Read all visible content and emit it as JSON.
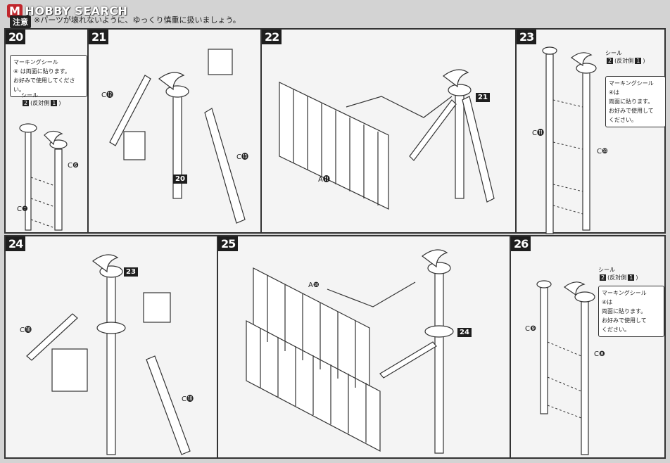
{
  "header": {
    "logo_badge": "M",
    "logo_text": "HOBBY SEARCH",
    "caution_label": "注意",
    "caution_note": "※パーツが壊れないように、ゆっくり慎重に扱いましょう。"
  },
  "steps": [
    {
      "number": "20",
      "labels": {
        "c6": "C❻",
        "c7": "C❼"
      },
      "callout1": {
        "title": "マーキングシール",
        "seal": "④",
        "text1": "は両面に貼ります。",
        "text2": "お好みで使用してください。"
      },
      "callout2": {
        "seal_label": "シール",
        "badge": "2",
        "side": "(反対側",
        "badge2": "1",
        "close": ")"
      }
    },
    {
      "number": "21",
      "labels": {
        "c12": "C⓬",
        "c13": "C⓭"
      },
      "ref": "20"
    },
    {
      "number": "22",
      "labels": {
        "a11": "A⓫"
      },
      "ref": "21"
    },
    {
      "number": "23",
      "labels": {
        "c11": "C⓫",
        "c10": "C❿"
      },
      "callout1": {
        "title": "マーキングシール",
        "seal": "④",
        "text1": "は",
        "text2": "両面に貼ります。",
        "text3": "お好みで使用して",
        "text4": "ください。"
      },
      "callout2": {
        "seal_label": "シール",
        "badge": "2",
        "side": "(反対側",
        "badge2": "1",
        "close": ")"
      }
    },
    {
      "number": "24",
      "labels": {
        "c18a": "C⓲",
        "c18b": "C⓲"
      },
      "ref": "23"
    },
    {
      "number": "25",
      "labels": {
        "a10": "A❿"
      },
      "ref": "24"
    },
    {
      "number": "26",
      "labels": {
        "c9": "C❾",
        "c8": "C❽"
      },
      "callout1": {
        "title": "マーキングシール",
        "seal": "④",
        "text1": "は",
        "text2": "両面に貼ります。",
        "text3": "お好みで使用して",
        "text4": "ください。"
      },
      "callout2": {
        "seal_label": "シール",
        "badge": "2",
        "side": "(反対側",
        "badge2": "1",
        "close": ")"
      }
    }
  ]
}
